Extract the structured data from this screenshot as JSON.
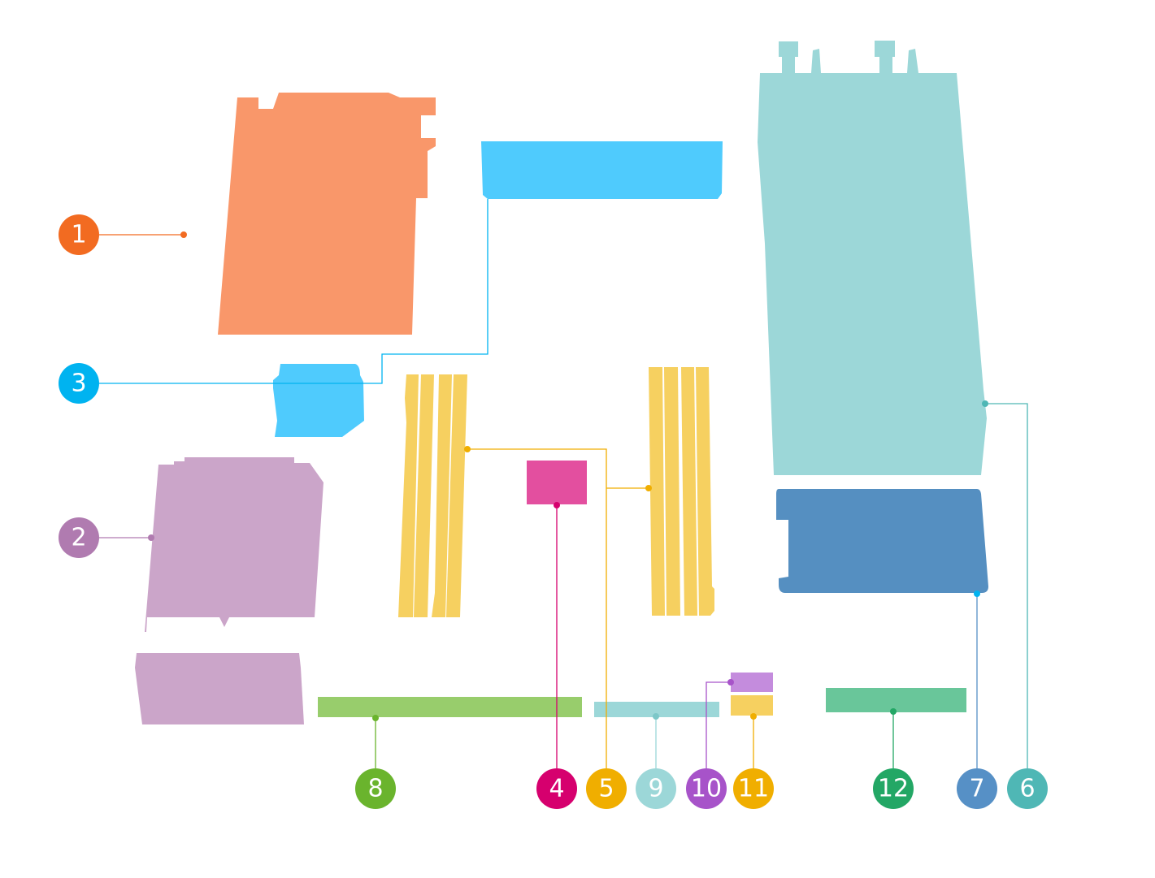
{
  "callouts": {
    "c1": "1",
    "c2": "2",
    "c3": "3",
    "c4": "4",
    "c5": "5",
    "c6": "6",
    "c7": "7",
    "c8": "8",
    "c9": "9",
    "c10": "10",
    "c11": "11",
    "c12": "12"
  },
  "colors": {
    "part1": "#F9976A",
    "marker1": "#F26B21",
    "part2": "#CBA5C9",
    "marker2": "#B07BB0",
    "part3": "#4FCBFD",
    "marker3": "#00B3F0",
    "part4": "#E34F9F",
    "marker4": "#D6006E",
    "part5": "#F6D060",
    "marker5": "#F0AE00",
    "part6": "#9CD7D8",
    "marker6": "#4FB7B5",
    "part7": "#558FC1",
    "marker7": "#5690C6",
    "part8": "#98CD6C",
    "marker8": "#6AB42D",
    "part9": "#9CD7D8",
    "marker9": "#9CD7D8",
    "part10": "#C48CDD",
    "marker10": "#A753C9",
    "part11": "#F6D060",
    "marker11": "#F0AE00",
    "part12": "#69C69A",
    "marker12": "#23A765"
  }
}
